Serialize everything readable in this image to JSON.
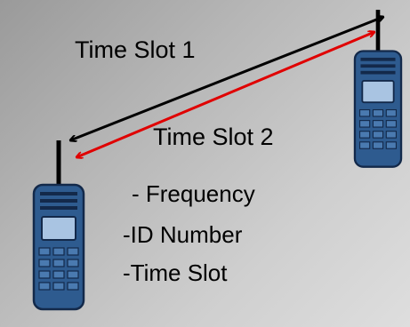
{
  "links": [
    {
      "label": "Time Slot 1",
      "color": "#000000"
    },
    {
      "label": "Time Slot 2",
      "color": "#e00000"
    }
  ],
  "parameters": [
    "- Frequency",
    "-ID Number",
    "-Time Slot"
  ],
  "radio_icon": "walkie-talkie-icon",
  "colors": {
    "radio_body": "#2e5b8f",
    "radio_outline": "#13294a",
    "radio_screen": "#a9c4e2",
    "radio_keys": "#4a7ab0",
    "antenna": "#000000"
  }
}
